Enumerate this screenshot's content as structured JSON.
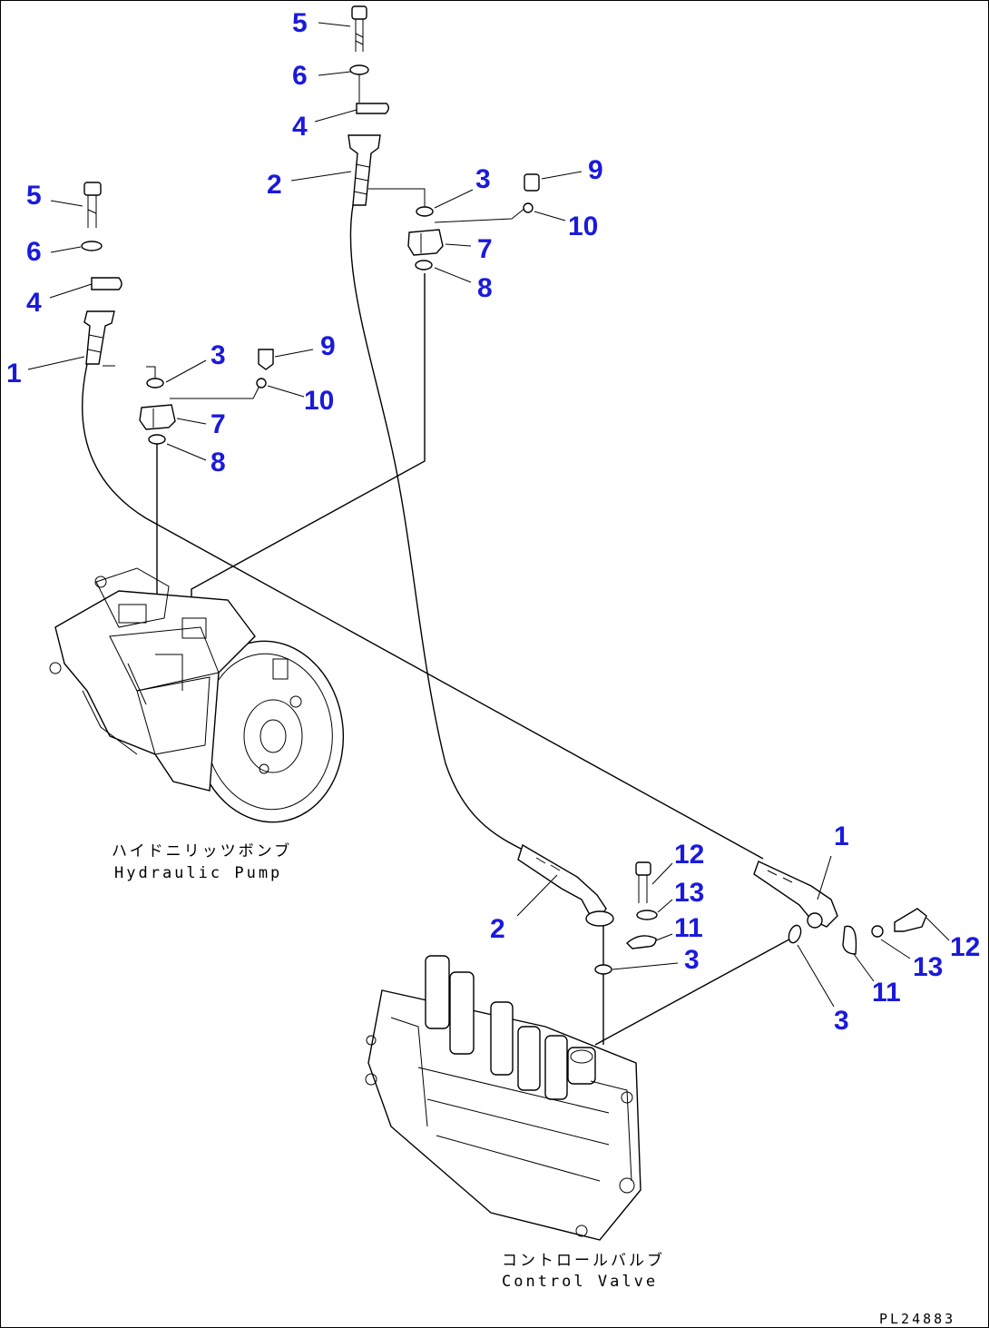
{
  "diagram": {
    "drawing_id": "PL24883",
    "captions": {
      "pump_jp": "ハイドニリッツボンブ",
      "pump_en": "Hydraulic Pump",
      "valve_jp": "コントロールバルブ",
      "valve_en": "Control Valve"
    },
    "callouts": {
      "c01": "5",
      "c02": "6",
      "c03": "4",
      "c04": "2",
      "c05": "3",
      "c06": "9",
      "c07": "10",
      "c08": "7",
      "c09": "8",
      "c10": "5",
      "c11": "6",
      "c12": "4",
      "c13": "1",
      "c14": "3",
      "c15": "9",
      "c16": "10",
      "c17": "7",
      "c18": "8",
      "c19": "1",
      "c20": "12",
      "c21": "13",
      "c22": "11",
      "c23": "3",
      "c24": "2",
      "c25": "12",
      "c26": "13",
      "c27": "11",
      "c28": "3"
    },
    "callout_color": "#1a1adc"
  }
}
